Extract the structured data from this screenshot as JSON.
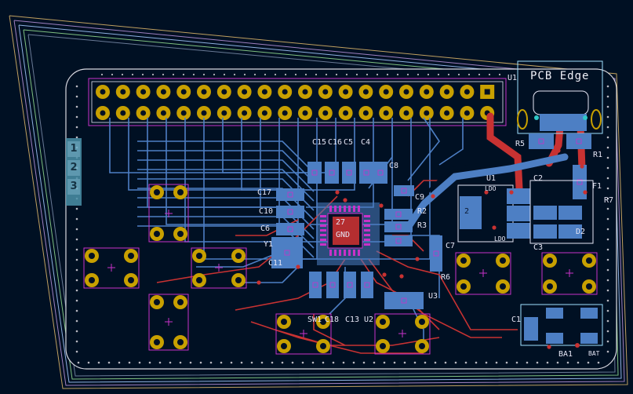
{
  "board": {
    "edge_title": "PCB Edge",
    "layer_tabs": [
      "1",
      "2",
      "3"
    ],
    "colors": {
      "background": "#001023",
      "board_outline": "#d8d8e0",
      "copper_front": "#c83232",
      "copper_back": "#4d7fc4",
      "pad": "#c8a000",
      "silkscreen": "#e6e6f5",
      "courtyard": "#c832c8",
      "fab": "#a0e0ff"
    }
  },
  "designators": {
    "u1": "U1",
    "u1b": "U1",
    "u2": "U2",
    "u3": "U3",
    "c1": "C1",
    "c2": "C2",
    "c3": "C3",
    "c4": "C4",
    "c5": "C5",
    "c6": "C6",
    "c7": "C7",
    "c8": "C8",
    "c9": "C9",
    "c10": "C10",
    "c11": "C11",
    "c13": "C13",
    "c15": "C15",
    "c16": "C16",
    "c17": "C17",
    "c18": "C18",
    "r1": "R1",
    "r2": "R2",
    "r3": "R3",
    "r5": "R5",
    "r6": "R6",
    "r7": "R7",
    "f1": "F1",
    "d2": "D2",
    "y1": "Y1",
    "sw1": "SW1",
    "qfn_label_1": "27",
    "qfn_label_2": "GND",
    "ldo_label_1": "LDO",
    "ldo_label_2": "LDO",
    "regulator": "2",
    "bat": "BAT",
    "ba1": "BA1"
  }
}
